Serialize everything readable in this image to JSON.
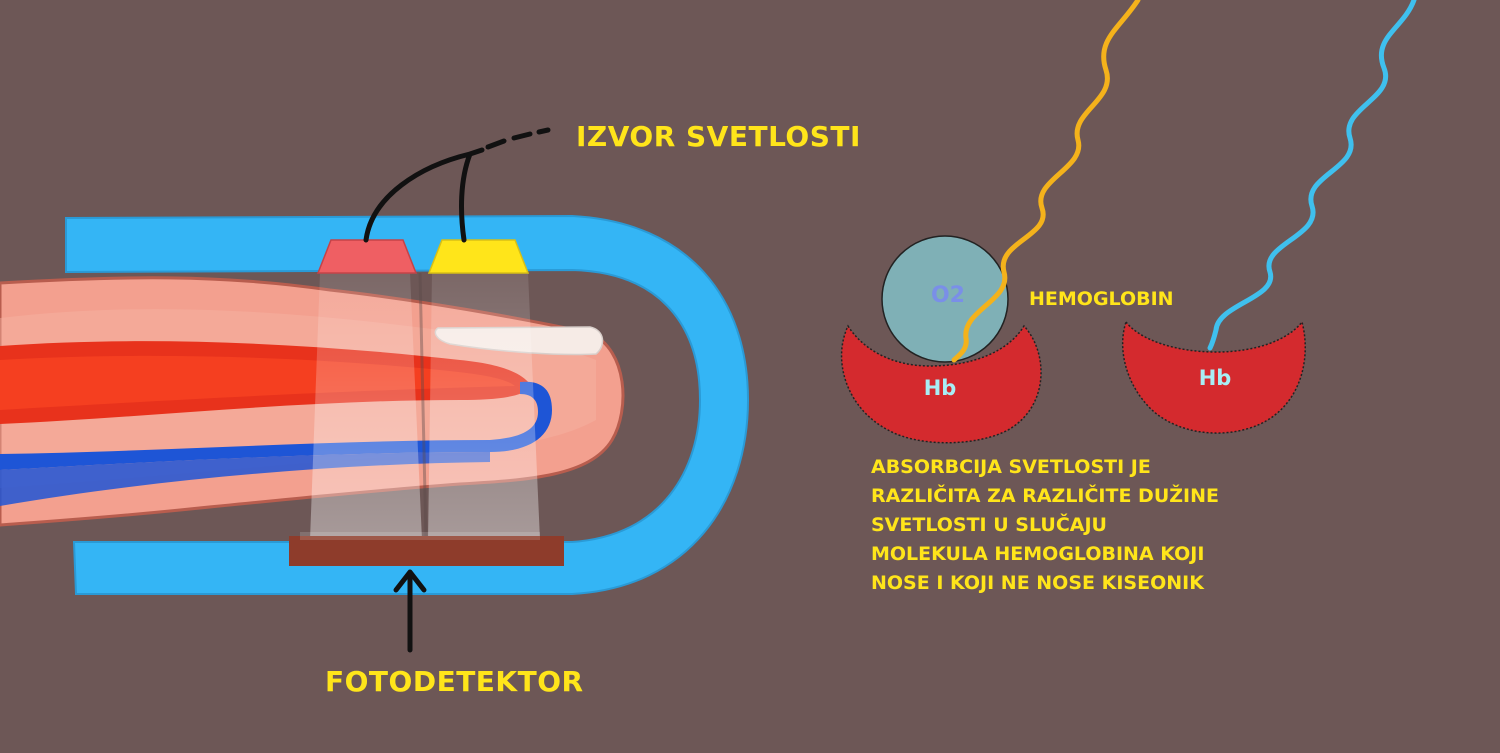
{
  "labels": {
    "light_source": "IZVOR SVETLOSTI",
    "photodetector": "FOTODETEKTOR",
    "hemoglobin": "HEMOGLOBIN",
    "oxygen": "O2",
    "hb_oxygenated": "Hb",
    "hb_deoxygenated": "Hb"
  },
  "caption_lines": [
    "ABSORBCIJA SVETLOSTI JE",
    "RAZLIČITA ZA RAZLIČITE DUŽINE",
    "SVETLOSTI U SLUČAJU",
    "MOLEKULA HEMOGLOBINA KOJI",
    "NOSE I KOJI NE NOSE KISEONIK"
  ],
  "colors": {
    "background": "#6d5756",
    "label_text": "#ffe51a",
    "clip": "#34b5f5",
    "finger_skin": "#f3a08f",
    "artery": "#e8321c",
    "vein": "#1e55d6",
    "led_red": "#ef5f63",
    "led_yellow": "#ffe51a",
    "detector": "#8e3c2b",
    "hemoglobin": "#d42a2e",
    "oxygen": "#7fb0b6",
    "wave_yellow": "#f4b21b",
    "wave_blue": "#3fc0ee"
  },
  "icons": [
    "arrow-up-icon"
  ]
}
